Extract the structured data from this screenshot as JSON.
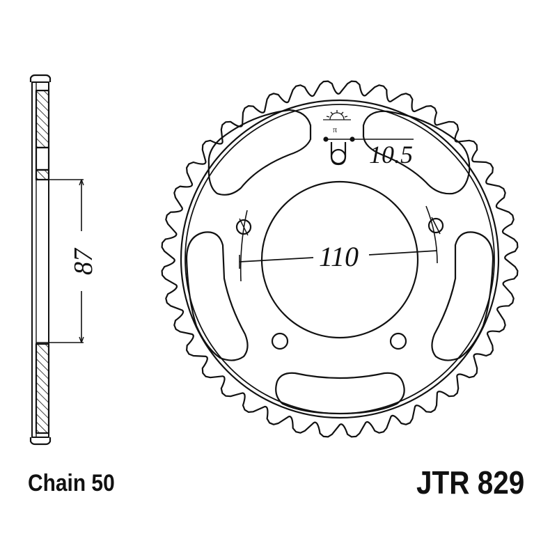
{
  "drawing": {
    "type": "rear sprocket technical drawing",
    "teeth_count": 40,
    "dimensions": {
      "pcd": "110",
      "bolt_hole": "10.5",
      "hub_thickness_side": "87"
    },
    "logo": {
      "icon": "rising-sun-logo-icon",
      "symbol": "π"
    },
    "stroke_color": "#111111",
    "background_color": "#ffffff"
  },
  "labels": {
    "chain": "Chain 50",
    "part_number": "JTR 829"
  }
}
